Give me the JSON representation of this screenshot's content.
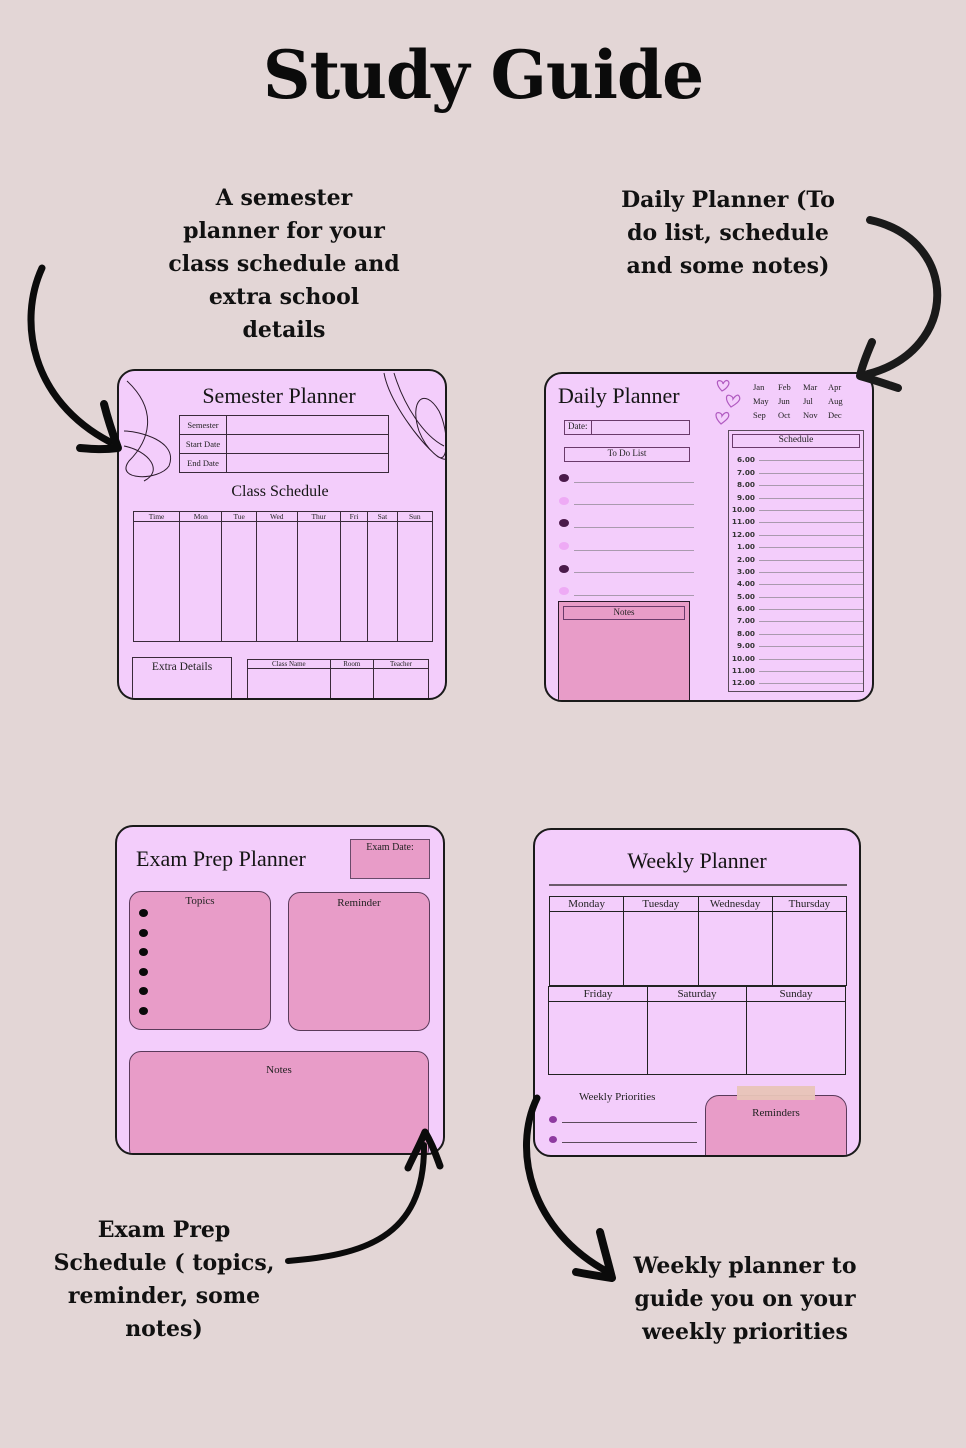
{
  "page": {
    "title": "Study Guide",
    "background_color": "#e3d6d6",
    "card_color": "#f3cdfb",
    "accent_pink": "#e89cc8",
    "dot_dark": "#4a1a4a",
    "dot_light": "#eeaaf5",
    "dot_purple": "#8e3aa0"
  },
  "captions": {
    "semester": "A semester\nplanner for your\nclass schedule and\nextra school\ndetails",
    "daily": "Daily Planner (To\ndo list, schedule\nand some notes)",
    "exam": "Exam Prep\nSchedule ( topics,\nreminder, some\nnotes)",
    "weekly": "Weekly planner to\nguide you on your\nweekly priorities"
  },
  "semester_planner": {
    "title": "Semester Planner",
    "fields": [
      "Semester",
      "Start Date",
      "End Date"
    ],
    "schedule_title": "Class Schedule",
    "schedule_columns": [
      "Time",
      "Mon",
      "Tue",
      "Wed",
      "Thur",
      "Fri",
      "Sat",
      "Sun"
    ],
    "extra_details": "Extra Details",
    "class_columns": [
      "Class Name",
      "Room",
      "Teacher"
    ]
  },
  "daily_planner": {
    "title": "Daily Planner",
    "months": [
      "Jan",
      "Feb",
      "Mar",
      "Apr",
      "May",
      "Jun",
      "Jul",
      "Aug",
      "Sep",
      "Oct",
      "Nov",
      "Dec"
    ],
    "date_label": "Date:",
    "todo_label": "To Do List",
    "todo_count": 6,
    "notes_label": "Notes",
    "schedule_label": "Schedule",
    "times": [
      "6.00",
      "7.00",
      "8.00",
      "9.00",
      "10.00",
      "11.00",
      "12.00",
      "1.00",
      "2.00",
      "3.00",
      "4.00",
      "5.00",
      "6.00",
      "7.00",
      "8.00",
      "9.00",
      "10.00",
      "11.00",
      "12.00"
    ]
  },
  "exam_planner": {
    "title": "Exam Prep Planner",
    "exam_date_label": "Exam Date:",
    "topics_label": "Topics",
    "topics_bullets": 6,
    "reminder_label": "Reminder",
    "notes_label": "Notes"
  },
  "weekly_planner": {
    "title": "Weekly Planner",
    "days_row1": [
      "Monday",
      "Tuesday",
      "Wednesday",
      "Thursday"
    ],
    "days_row2": [
      "Friday",
      "Saturday",
      "Sunday"
    ],
    "priorities_label": "Weekly Priorities",
    "reminders_label": "Reminders"
  }
}
